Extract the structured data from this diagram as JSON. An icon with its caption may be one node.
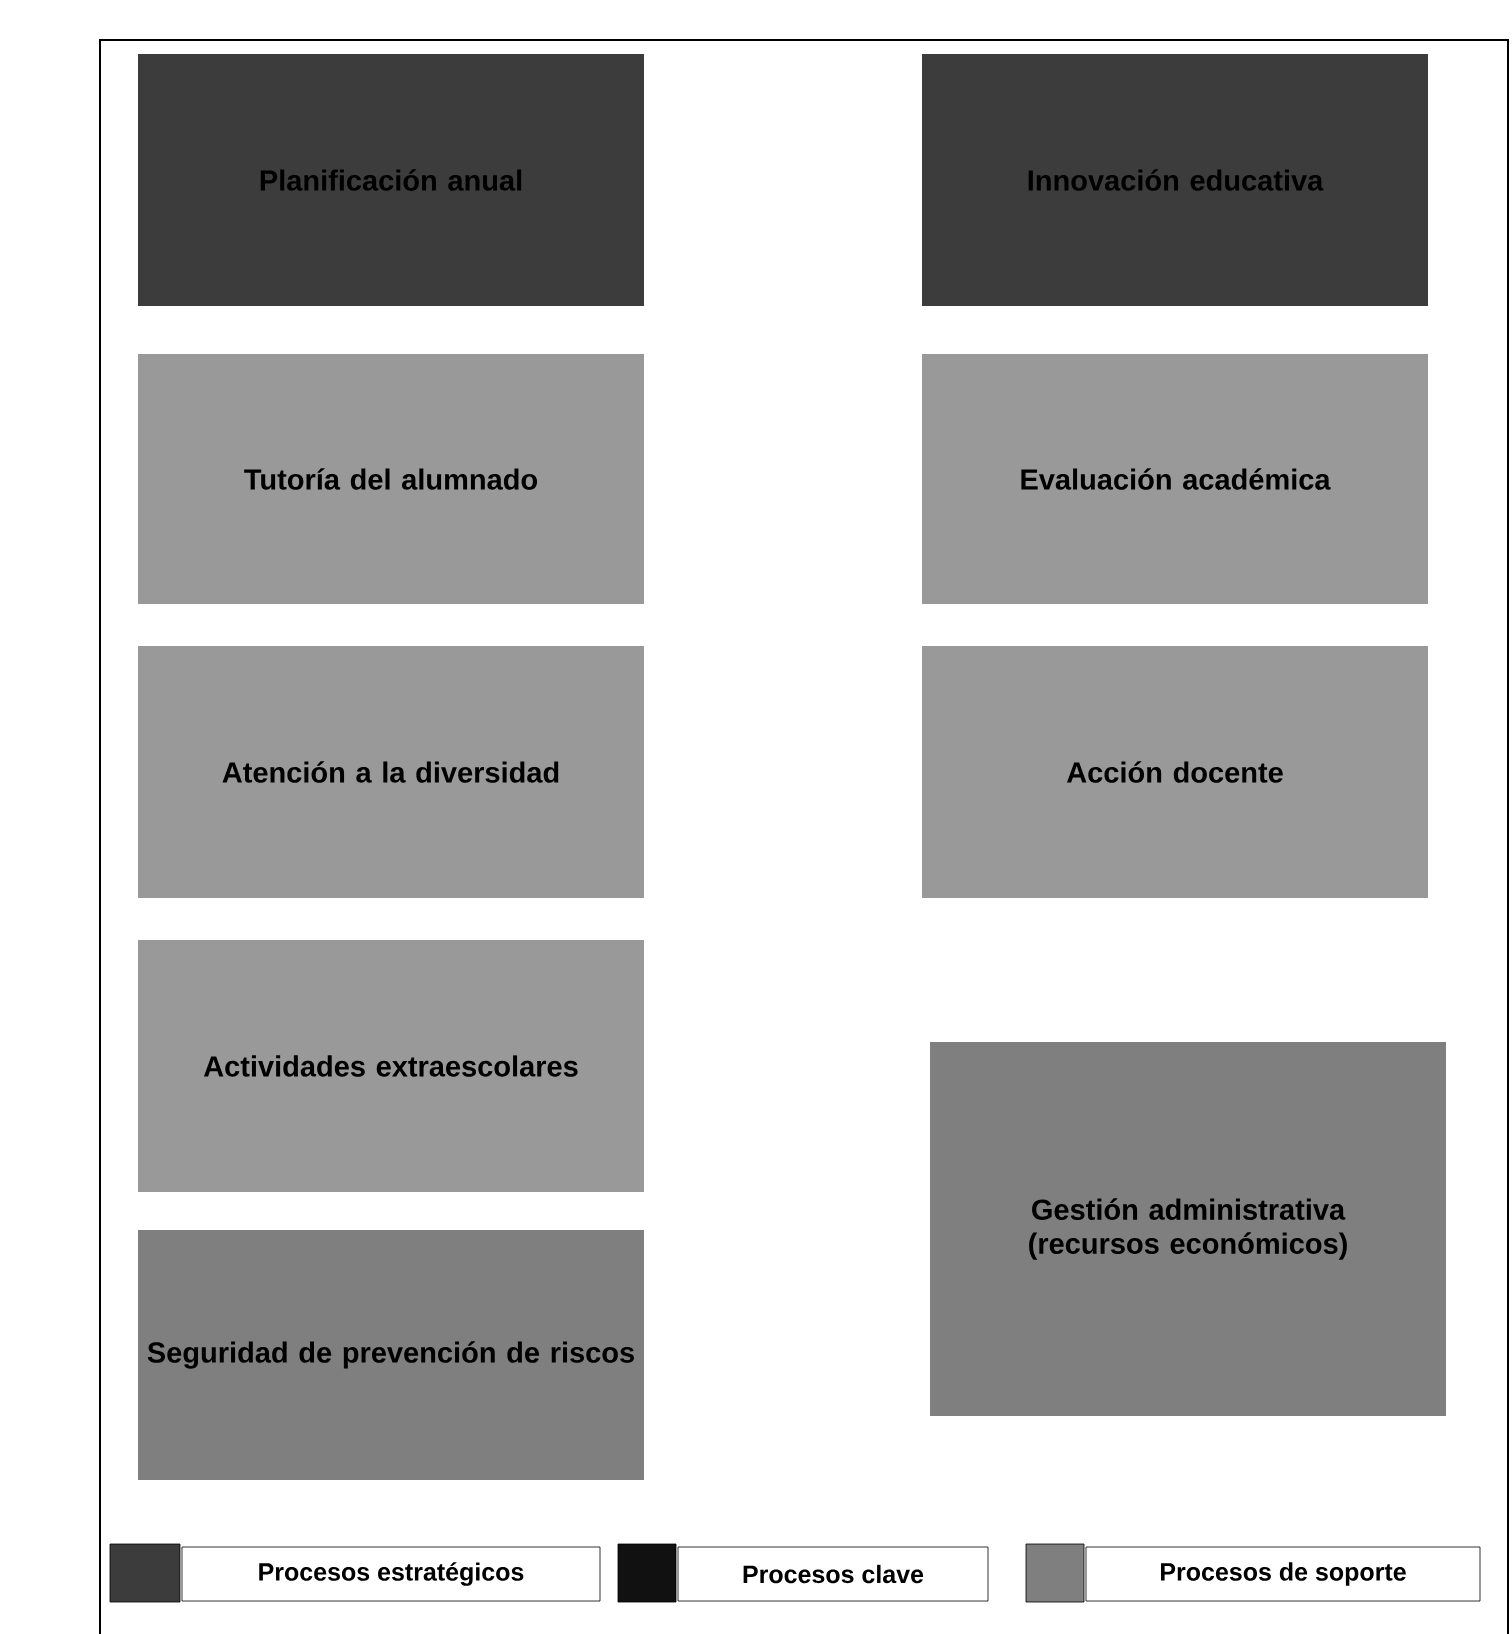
{
  "diagram": {
    "nodes": [
      {
        "text": [
          "Planificación anual"
        ]
      },
      {
        "text": [
          "Innovación educativa"
        ]
      },
      {
        "text": [
          "Tutoría del alumnado"
        ]
      },
      {
        "text": [
          "Evaluación académica"
        ]
      },
      {
        "text": [
          "Atención a la diversidad"
        ]
      },
      {
        "text": [
          "Acción docente"
        ]
      },
      {
        "text": [
          "Actividades extraescolares"
        ]
      },
      {
        "text": [
          "Gestión administrativa (recursos económicos)"
        ]
      },
      {
        "text": [
          "Seguridad de prevención de riscos"
        ]
      }
    ],
    "legend": [
      {
        "text": "Procesos estratégicos",
        "color": "#3c3c3c"
      },
      {
        "text": "Procesos clave",
        "color": "#111111"
      },
      {
        "text": "Procesos de soporte",
        "color": "#7f7f7f"
      }
    ]
  }
}
